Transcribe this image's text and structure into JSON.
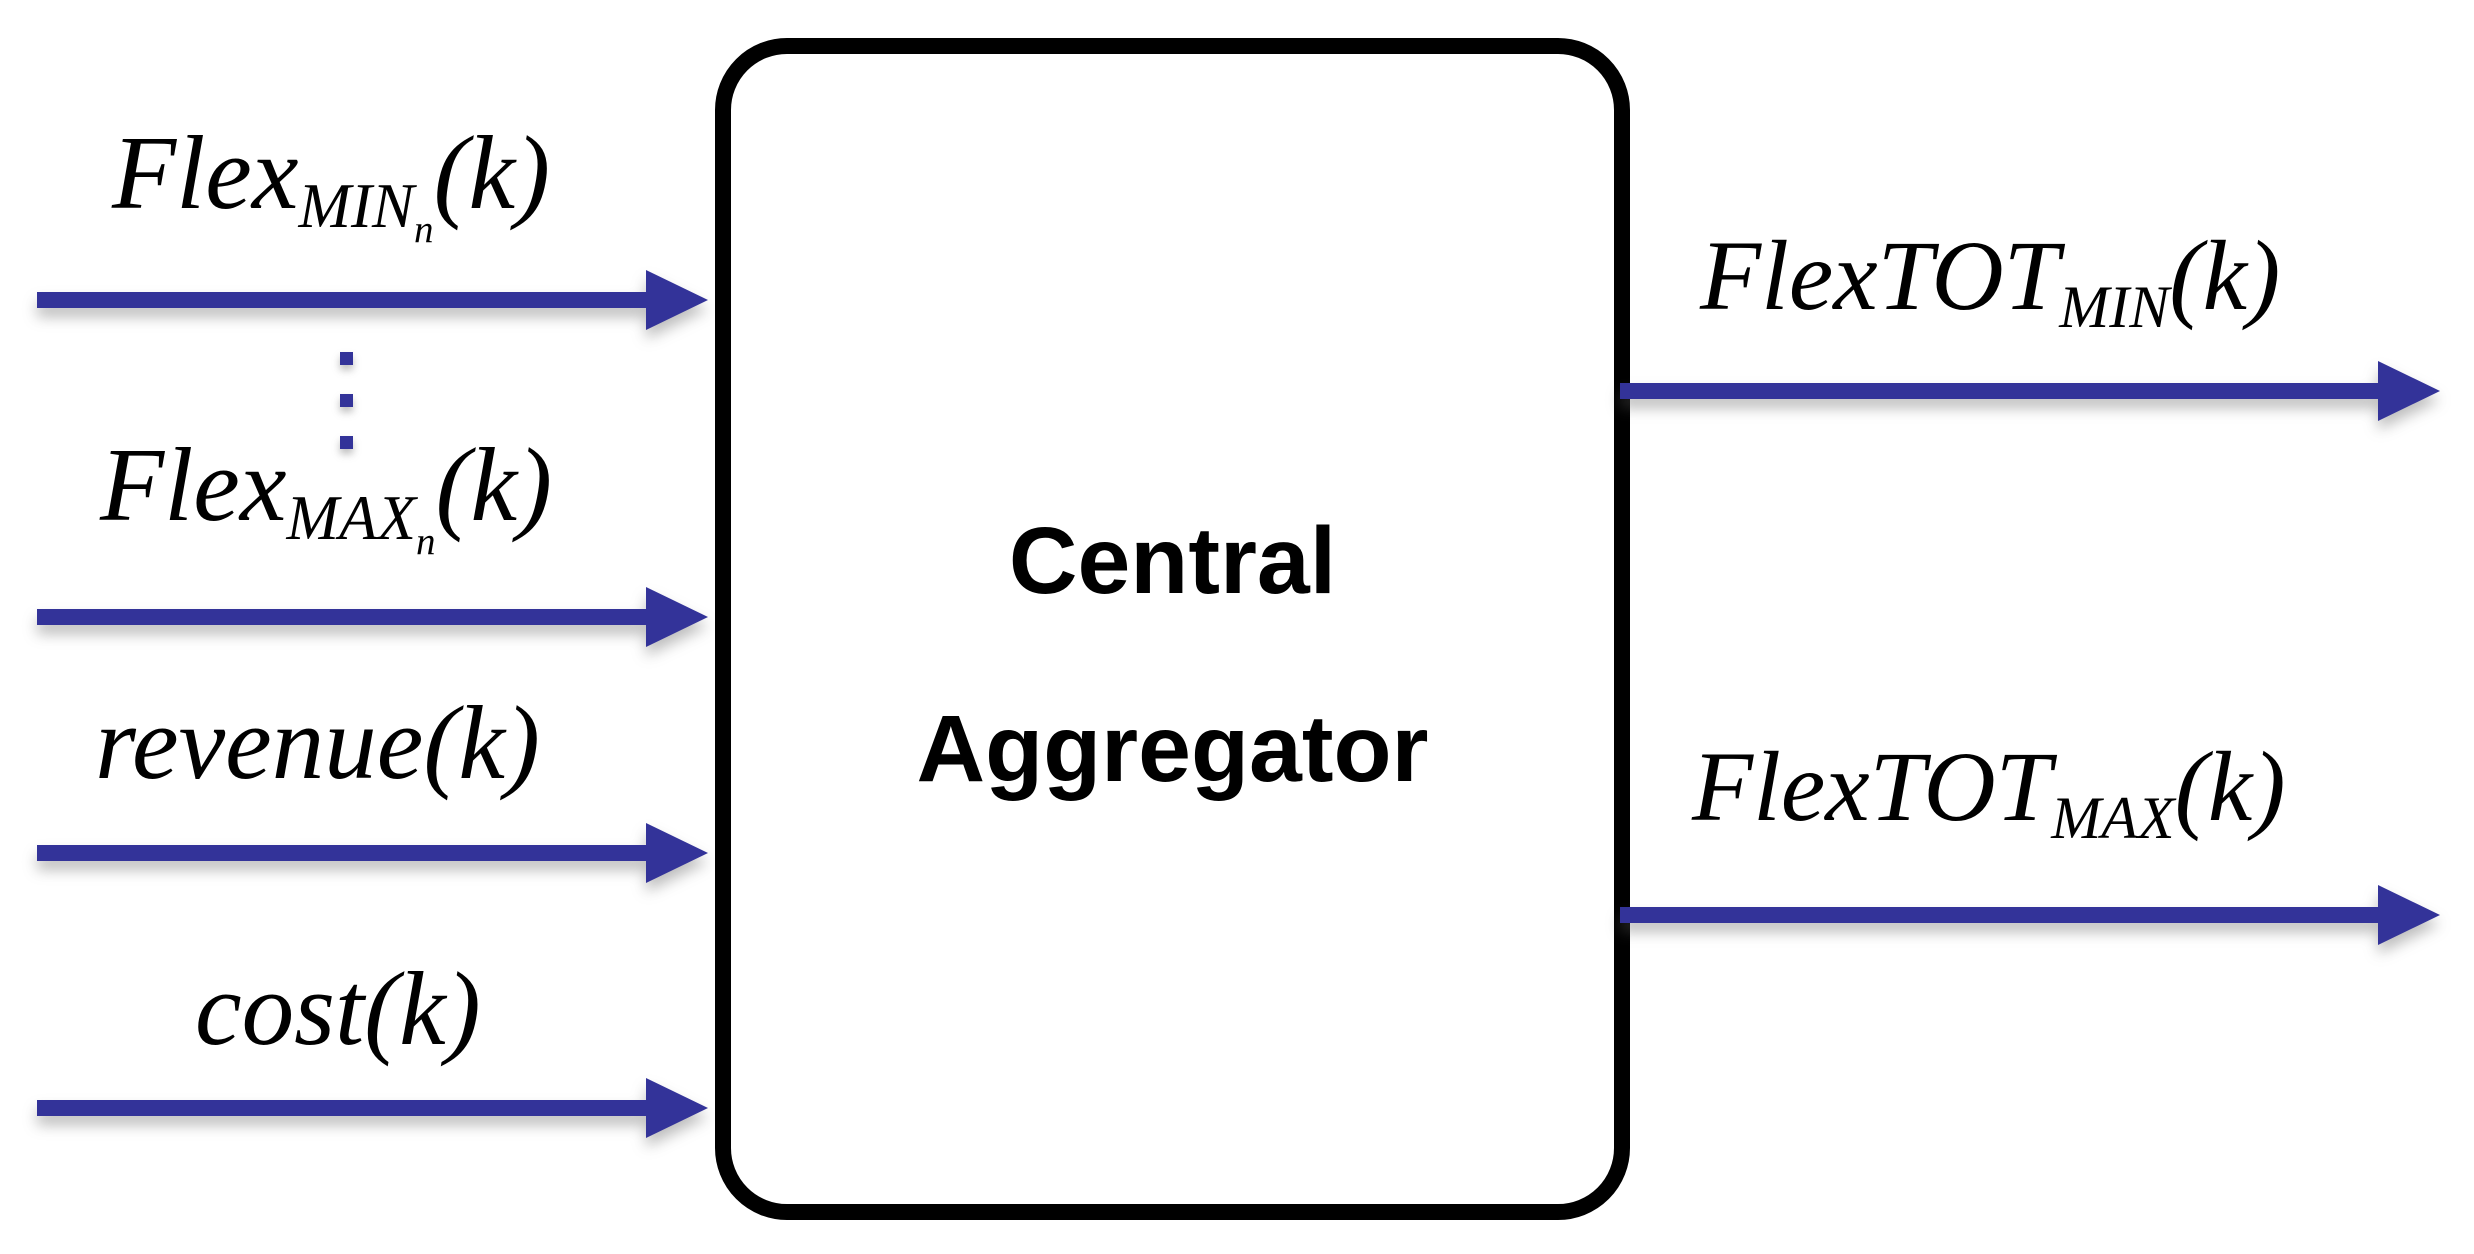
{
  "diagram": {
    "colors": {
      "background": "#ffffff",
      "arrow": "#333399",
      "box_border": "#000000",
      "text": "#000000"
    },
    "box": {
      "line1": "Central",
      "line2": "Aggregator"
    },
    "inputs": [
      {
        "base": "Flex",
        "sub": "MIN",
        "subsub": "n",
        "args": "(k)"
      },
      {
        "base": "Flex",
        "sub": "MAX",
        "subsub": "n",
        "args": "(k)"
      },
      {
        "base": "revenue",
        "args": "(k)"
      },
      {
        "base": "cost",
        "args": "(k)"
      }
    ],
    "outputs": [
      {
        "base": "FlexTOT",
        "sub": "MIN",
        "args": "(k)"
      },
      {
        "base": "FlexTOT",
        "sub": "MAX",
        "args": "(k)"
      }
    ],
    "icons": {
      "ellipsis": "vertical-dots"
    }
  }
}
